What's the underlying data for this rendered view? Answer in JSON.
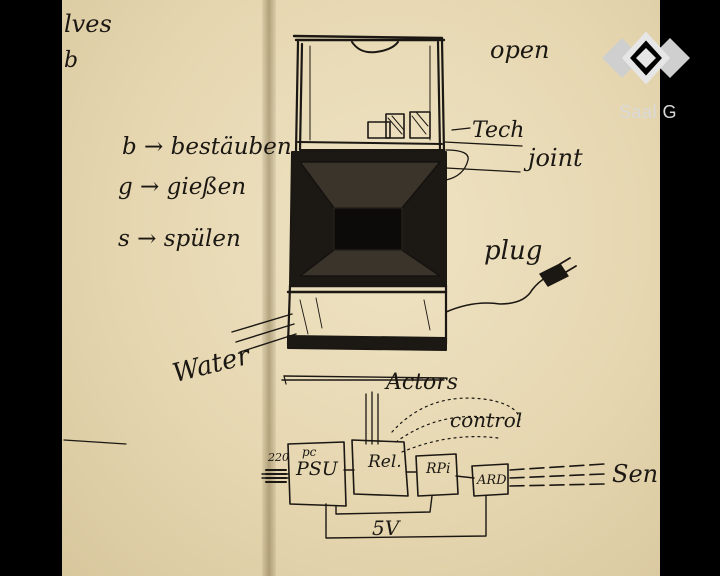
{
  "sketch": {
    "margin_partial_word": "lves",
    "margin_partial_letter": "b",
    "legend": [
      "b → bestäuben",
      "g → gießen",
      "s → spülen"
    ],
    "labels": {
      "open": "open",
      "tech": "Tech",
      "joint": "joint",
      "plug": "plug",
      "water": "Water",
      "actors": "Actors",
      "control": "control",
      "voltage_in": "220",
      "psu": "PSU",
      "psu_prefix": "pc",
      "relay": "Rel.",
      "rpi": "RPi",
      "ard": "ARD",
      "five_volt": "5V",
      "sensors": "Sen"
    }
  },
  "logo": {
    "text": "Saal G",
    "color": "#d9d9d9"
  },
  "colors": {
    "paper": "#e9dcb8",
    "ink": "#1b1713",
    "bars": "#000000"
  }
}
